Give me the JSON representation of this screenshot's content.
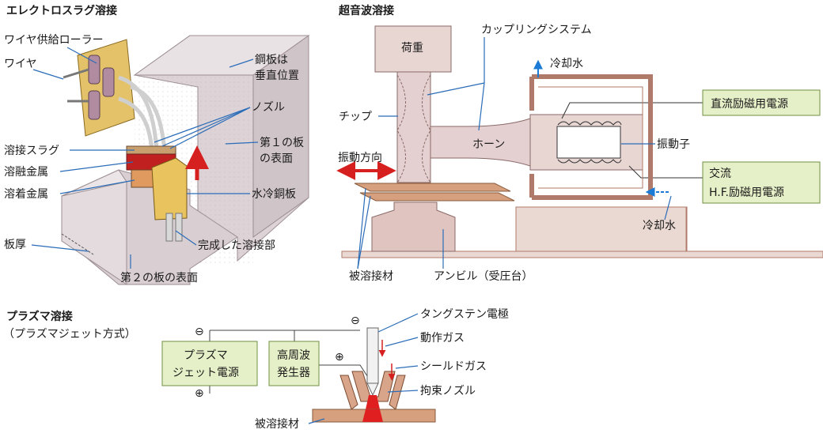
{
  "colors": {
    "leader": "#2a6cb8",
    "box_fill": "#e6f0c8",
    "box_stroke": "#6f9040",
    "metal_fill": "#c98a6a",
    "arrow_red": "#d62020",
    "arrow_blue": "#1a7ad6"
  },
  "electroslag": {
    "title": "エレクトロスラグ溶接",
    "wire_feed_roller": "ワイヤ供給ローラー",
    "wire": "ワイヤ",
    "steel_vertical_1": "鋼板は",
    "steel_vertical_2": "垂直位置",
    "nozzle": "ノズル",
    "plate1_surface_1": "第１の板",
    "plate1_surface_2": "の表面",
    "slag": "溶接スラグ",
    "molten": "溶融金属",
    "deposited": "溶着金属",
    "copper_plate": "水冷銅板",
    "thickness": "板厚",
    "completed": "完成した溶接部",
    "plate2_surface": "第２の板の表面"
  },
  "ultrasonic": {
    "title": "超音波溶接",
    "load": "荷重",
    "coupling": "カップリングシステム",
    "cooling_water_top": "冷却水",
    "tip": "チップ",
    "horn": "ホーン",
    "transducer": "振動子",
    "dc_power": "直流励磁用電源",
    "vibration_dir": "振動方向",
    "ac_power_1": "交流",
    "ac_power_2": "H.F.励磁用電源",
    "cooling_water_bottom": "冷却水",
    "workpiece": "被溶接材",
    "anvil": "アンビル（受圧台）"
  },
  "plasma": {
    "title": "プラズマ溶接",
    "subtitle": "（プラズマジェット方式）",
    "power_1": "プラズマ",
    "power_2": "ジェット電源",
    "hf_1": "高周波",
    "hf_2": "発生器",
    "minus": "⊖",
    "plus": "⊕",
    "tungsten": "タングステン電極",
    "working_gas": "動作ガス",
    "shield_gas": "シールドガス",
    "constrict_nozzle": "拘束ノズル",
    "workpiece": "被溶接材"
  }
}
